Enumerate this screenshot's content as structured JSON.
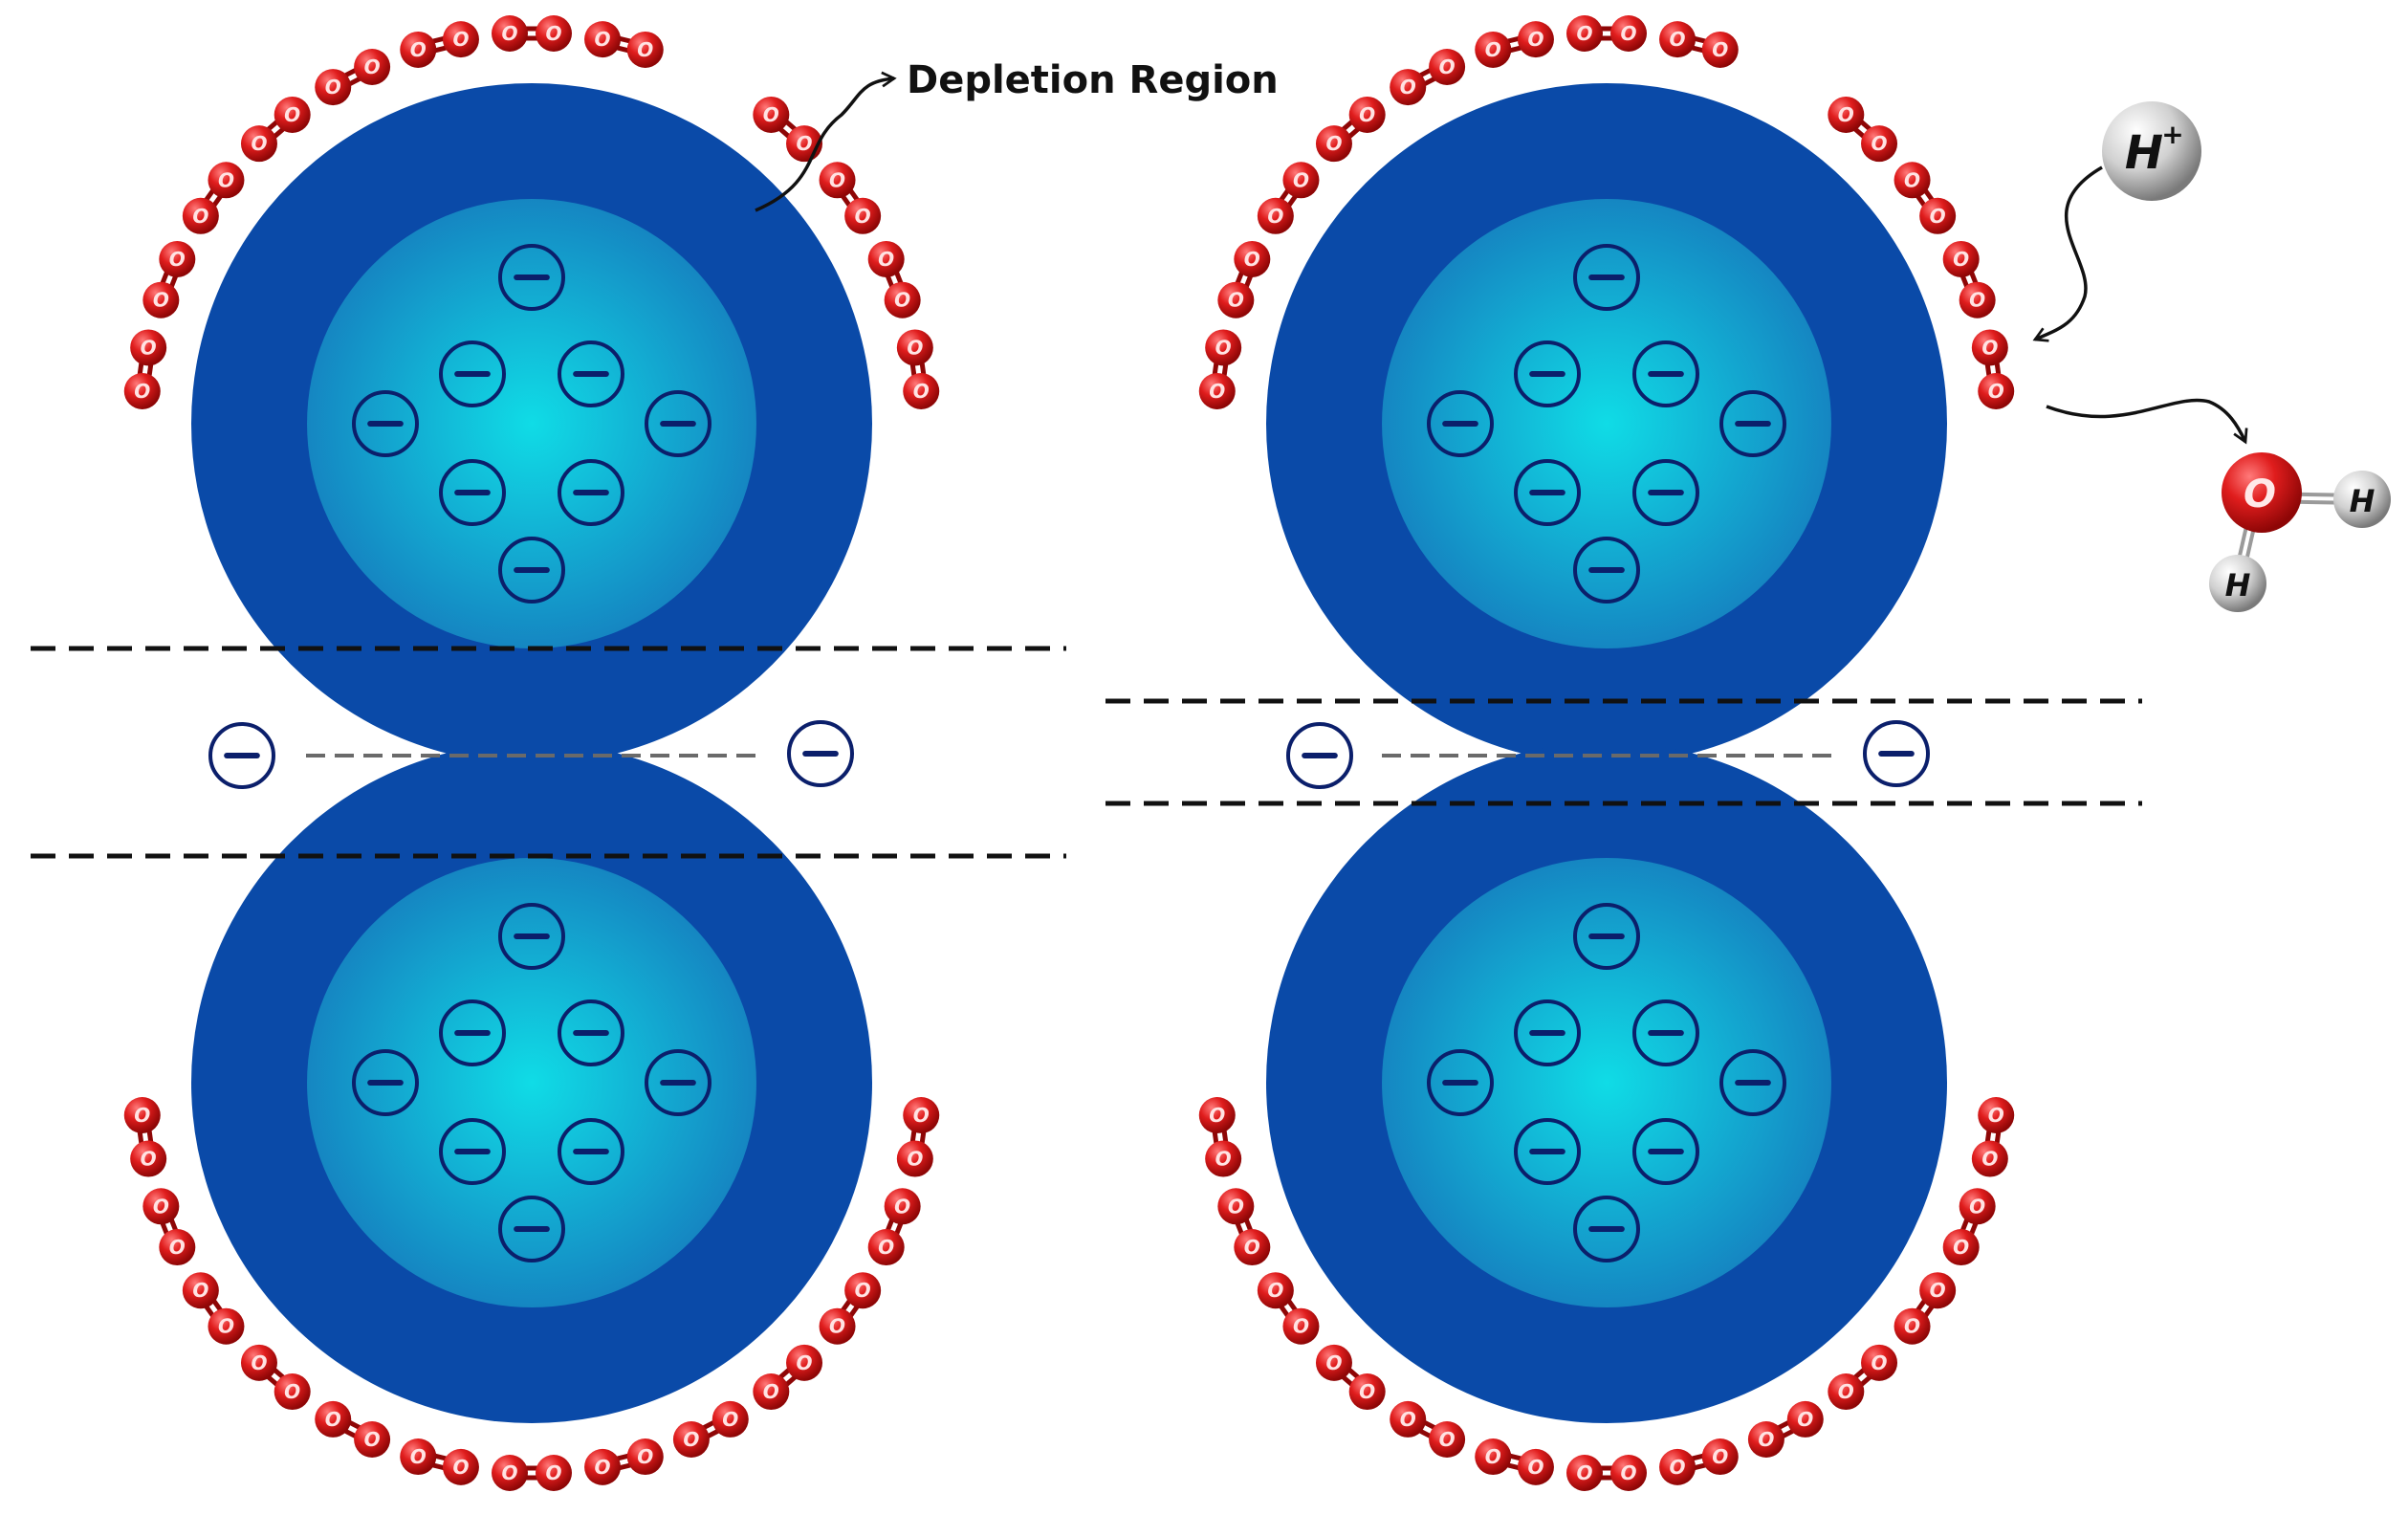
{
  "labels": {
    "depletion_region": "Depletion Region",
    "oxygen_symbol": "O",
    "hydrogen_symbol": "H",
    "proton_charge": "+"
  },
  "colors": {
    "background": "#ffffff",
    "shell": "#0a4aa8",
    "core_center": "#10dce6",
    "core_edge": "#1586c2",
    "electron_stroke": "#0b1f6b",
    "oxygen_atom": "#e01d1d",
    "oxygen_dark": "#8e0606",
    "hydrogen_atom": "#d9d9d9",
    "dashed_line": "#111111",
    "gap_line": "#6a6a6a",
    "arrow": "#111111"
  },
  "panels": [
    {
      "name": "left-panel",
      "boundary_type": "wide-barrier"
    },
    {
      "name": "right-panel",
      "boundary_type": "narrow-barrier"
    }
  ]
}
